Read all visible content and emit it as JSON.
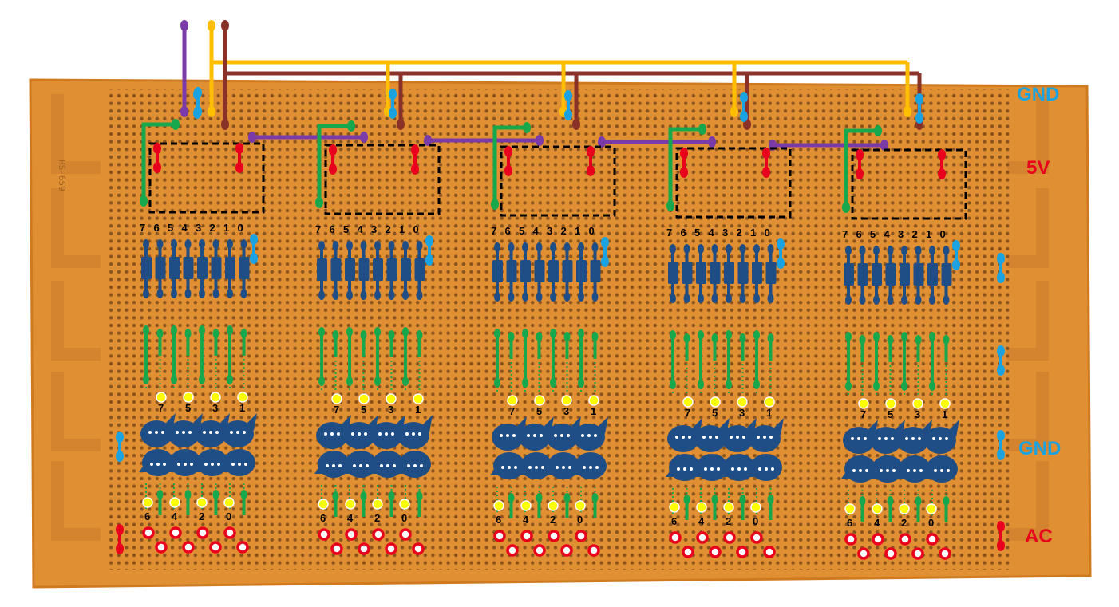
{
  "board": {
    "silkscreen": "HS-659",
    "colors": {
      "board": "#e08f33",
      "board_edge": "#d07a20",
      "strip": "#ca7a2c",
      "hole": "#7a4a1a",
      "gnd": "#1aa3e0",
      "vcc": "#e8001c",
      "purple": "#7a3aa8",
      "yellow": "#ffbe00",
      "brown": "#8b3228",
      "green": "#17a84d",
      "navy": "#1f4e86",
      "dash": "#000000",
      "yellow_dot": "#ffff00"
    }
  },
  "rails": {
    "gnd_top": "GND",
    "vcc": "5V",
    "gnd_mid": "GND",
    "ac": "AC"
  },
  "modules": [
    {
      "chip_pins": [
        "7",
        "6",
        "5",
        "4",
        "3",
        "2",
        "1",
        "0"
      ],
      "odd_bits": [
        "7",
        "5",
        "3",
        "1"
      ],
      "even_bits": [
        "6",
        "4",
        "2",
        "0"
      ]
    },
    {
      "chip_pins": [
        "7",
        "6",
        "5",
        "4",
        "3",
        "2",
        "1",
        "0"
      ],
      "odd_bits": [
        "7",
        "5",
        "3",
        "1"
      ],
      "even_bits": [
        "6",
        "4",
        "2",
        "0"
      ]
    },
    {
      "chip_pins": [
        "7",
        "6",
        "5",
        "4",
        "3",
        "2",
        "1",
        "0"
      ],
      "odd_bits": [
        "7",
        "5",
        "3",
        "1"
      ],
      "even_bits": [
        "6",
        "4",
        "2",
        "0"
      ]
    },
    {
      "chip_pins": [
        "7",
        "6",
        "5",
        "4",
        "3",
        "2",
        "1",
        "0"
      ],
      "odd_bits": [
        "7",
        "5",
        "3",
        "1"
      ],
      "even_bits": [
        "6",
        "4",
        "2",
        "0"
      ]
    },
    {
      "chip_pins": [
        "7",
        "6",
        "5",
        "4",
        "3",
        "2",
        "1",
        "0"
      ],
      "odd_bits": [
        "7",
        "5",
        "3",
        "1"
      ],
      "even_bits": [
        "6",
        "4",
        "2",
        "0"
      ]
    }
  ]
}
